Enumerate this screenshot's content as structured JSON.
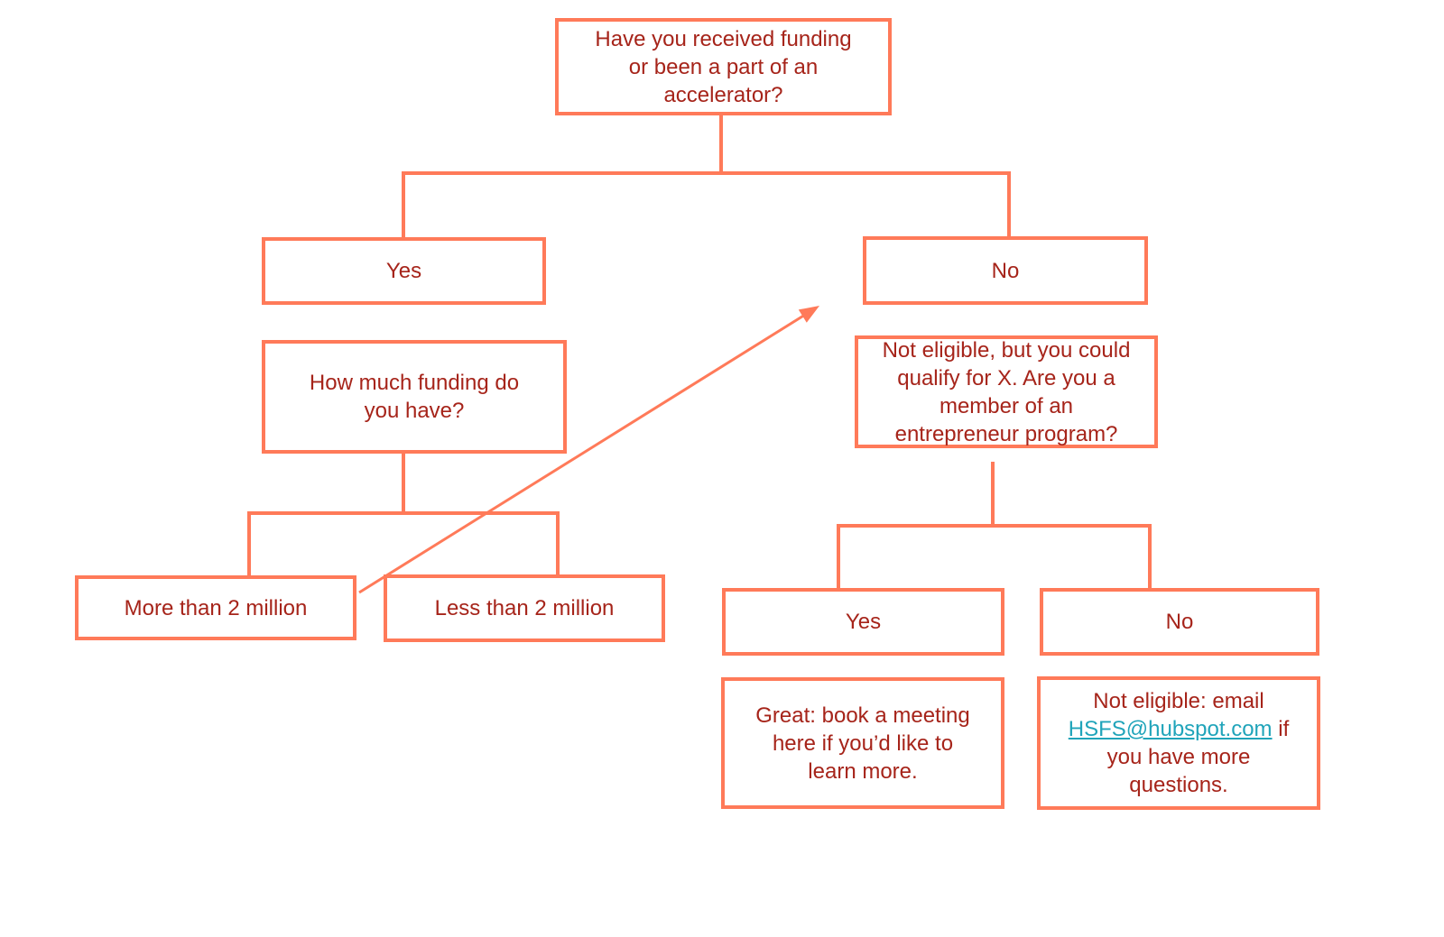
{
  "colors": {
    "accent": "#FF7A59",
    "ink": "#A6241A",
    "link": "#20A4BA"
  },
  "nodes": {
    "root_question": "Have you received funding\nor been a part of an\naccelerator?",
    "branch_yes": "Yes",
    "branch_no": "No",
    "funding_question": "How much funding do\nyou have?",
    "more_than_2m": "More than 2 million",
    "less_than_2m": "Less than 2 million",
    "program_question": "Not eligible, but you could\nqualify for X. Are you a\nmember of an\nentrepreneur program?",
    "program_yes": "Yes",
    "program_no": "No",
    "book_meeting": "Great: book a meeting\nhere if you’d like to\nlearn more.",
    "email_outcome": {
      "text_before": "Not eligible: email\n",
      "link_text": "HSFS@hubspot.com",
      "text_after": " if\nyou have more\nquestions."
    }
  }
}
